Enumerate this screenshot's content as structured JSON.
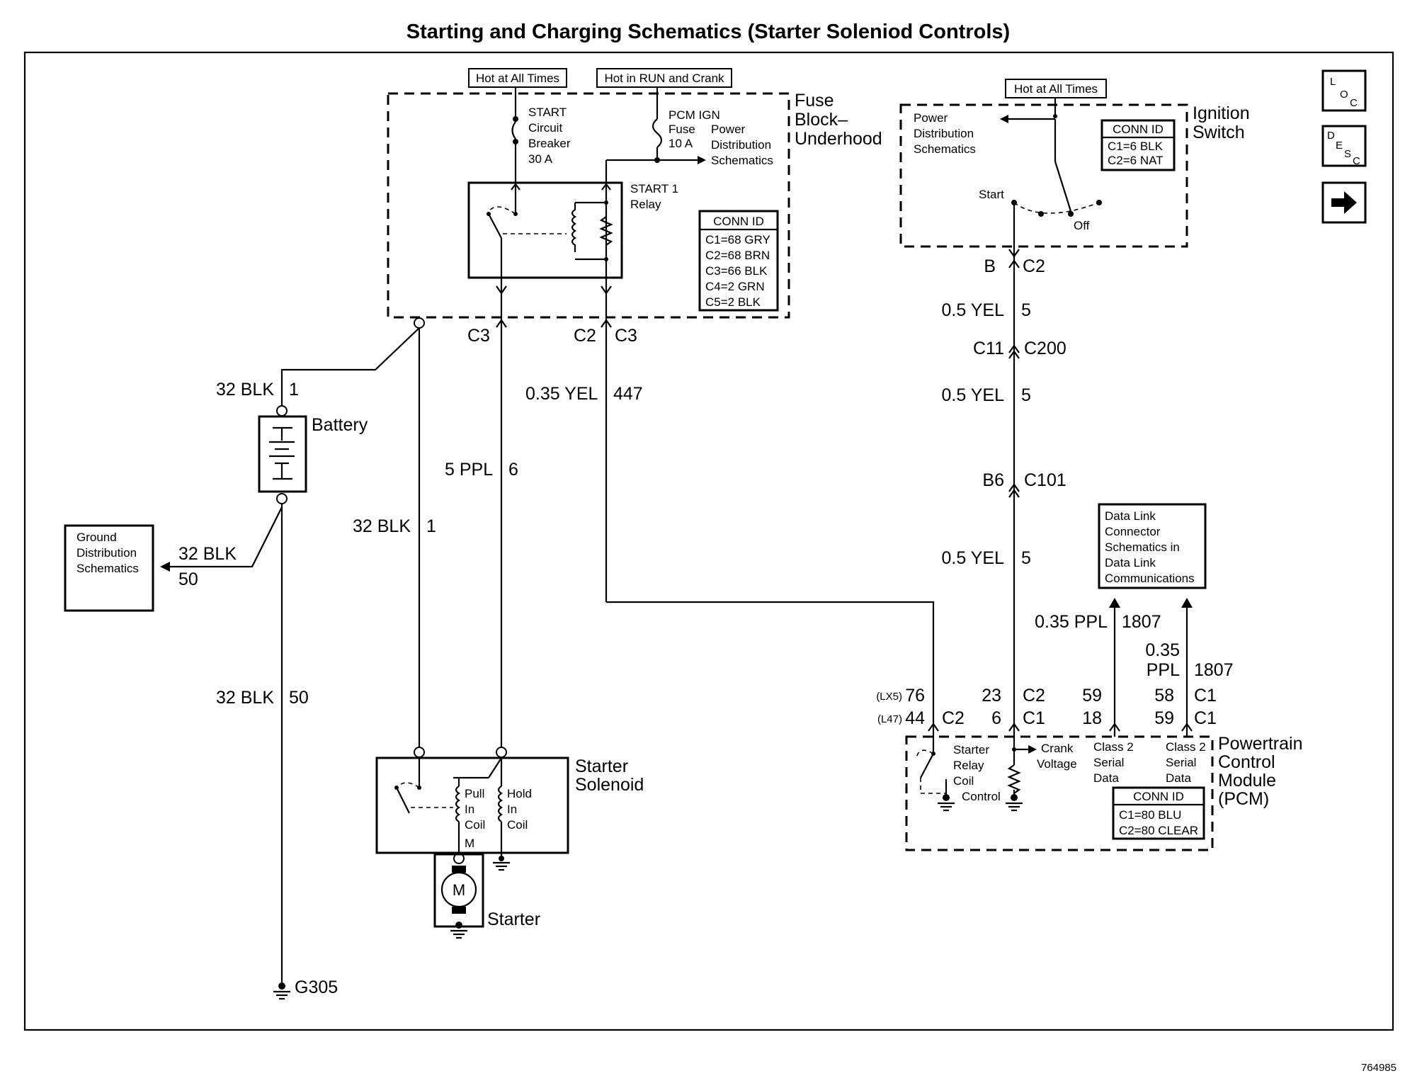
{
  "title": "Starting and Charging Schematics (Starter Soleniod Controls)",
  "figure_id": "764985",
  "nav": {
    "loc": {
      "letters": [
        "L",
        "O",
        "C"
      ]
    },
    "desc": {
      "letters": [
        "D",
        "E",
        "S",
        "C"
      ]
    },
    "next_icon": "arrow-right-icon"
  },
  "fuse_block": {
    "name_lines": [
      "Fuse",
      "Block–",
      "Underhood"
    ],
    "hot_all_times": "Hot at All Times",
    "hot_run_crank": "Hot in RUN and Crank",
    "breaker_lines": [
      "START",
      "Circuit",
      "Breaker",
      "30 A"
    ],
    "fuse_lines": [
      "PCM IGN",
      "Fuse",
      "10 A"
    ],
    "power_dist_lines": [
      "Power",
      "Distribution",
      "Schematics"
    ],
    "relay_lines": [
      "START 1",
      "Relay"
    ],
    "conn_title": "CONN ID",
    "conn": [
      "C1=68 GRY",
      "C2=68 BRN",
      "C3=66 BLK",
      "C4=2 GRN",
      "C5=2 BLK"
    ],
    "c3a": "C3",
    "c2": "C2",
    "c3b": "C3"
  },
  "ignition": {
    "name_lines": [
      "Ignition",
      "Switch"
    ],
    "hot": "Hot at All Times",
    "power_dist_lines": [
      "Power",
      "Distribution",
      "Schematics"
    ],
    "conn_title": "CONN ID",
    "conn": [
      "C1=6 BLK",
      "C2=6 NAT"
    ],
    "start": "Start",
    "off": "Off",
    "pin_b": "B",
    "pin_c2": "C2"
  },
  "wires": {
    "blk1": {
      "gauge": "32 BLK",
      "circuit": "1"
    },
    "blk1b": {
      "gauge": "32 BLK",
      "circuit": "1"
    },
    "ppl6": {
      "gauge": "5 PPL",
      "circuit": "6"
    },
    "yel447": {
      "gauge": "0.35 YEL",
      "circuit": "447"
    },
    "blk50a": {
      "gauge": "32 BLK",
      "circuit": "50"
    },
    "blk50b": {
      "gauge": "32 BLK",
      "circuit": "50"
    },
    "yel5a": {
      "gauge": "0.5 YEL",
      "circuit": "5"
    },
    "yel5b": {
      "gauge": "0.5 YEL",
      "circuit": "5"
    },
    "yel5c": {
      "gauge": "0.5 YEL",
      "circuit": "5"
    },
    "ppl1807a": {
      "gauge": "0.35 PPL",
      "circuit": "1807"
    },
    "ppl1807b": {
      "gauge_lines": [
        "0.35",
        "PPL"
      ],
      "circuit": "1807"
    }
  },
  "connectors": {
    "c11": "C11",
    "c200": "C200",
    "b6": "B6",
    "c101": "C101"
  },
  "battery": {
    "name": "Battery"
  },
  "ground_dist": {
    "lines": [
      "Ground",
      "Distribution",
      "Schematics"
    ]
  },
  "ground": {
    "name": "G305"
  },
  "starter_solenoid": {
    "name_lines": [
      "Starter",
      "Solenoid"
    ],
    "pull_lines": [
      "Pull",
      "In",
      "Coil"
    ],
    "hold_lines": [
      "Hold",
      "In",
      "Coil"
    ],
    "m": "M"
  },
  "starter": {
    "name": "Starter",
    "motor": "M"
  },
  "data_link": {
    "lines": [
      "Data Link",
      "Connector",
      "Schematics in",
      "Data Link",
      "Communications"
    ]
  },
  "pcm": {
    "name_lines": [
      "Powertrain",
      "Control",
      "Module",
      "(PCM)"
    ],
    "lx5": "(LX5)",
    "lx5_pin": "76",
    "l47": "(L47)",
    "l47_pin": "44",
    "c2_left": "C2",
    "pin23": "23",
    "c2_mid": "C2",
    "pin6": "6",
    "c1_mid": "C1",
    "pin59": "59",
    "pin18": "18",
    "pin58": "58",
    "c1_r1": "C1",
    "pin59b": "59",
    "c1_r2": "C1",
    "relay_ctrl_lines": [
      "Starter",
      "Relay",
      "Coil",
      "Control"
    ],
    "crank_lines": [
      "Crank",
      "Voltage"
    ],
    "class2a_lines": [
      "Class 2",
      "Serial",
      "Data"
    ],
    "class2b_lines": [
      "Class 2",
      "Serial",
      "Data"
    ],
    "conn_title": "CONN ID",
    "conn": [
      "C1=80 BLU",
      "C2=80 CLEAR"
    ]
  }
}
